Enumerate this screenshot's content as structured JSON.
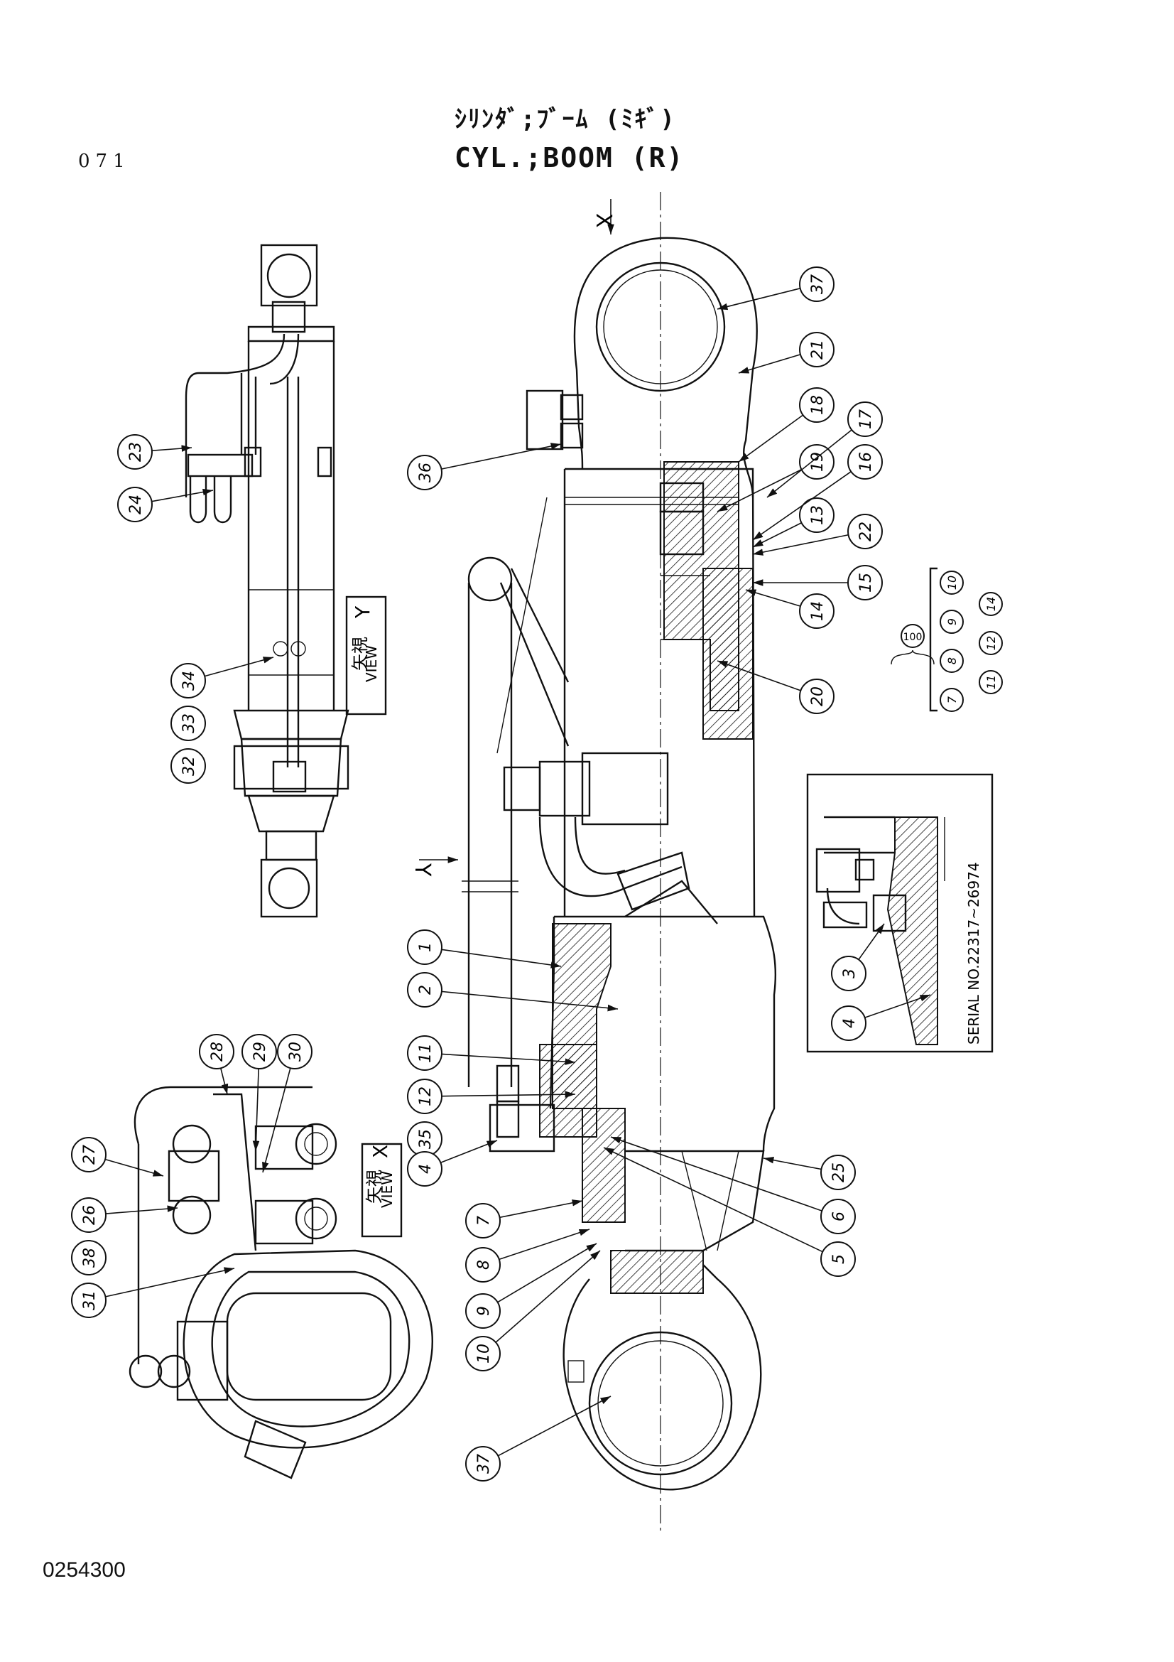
{
  "title_jp": "ｼﾘﾝﾀﾞ;ﾌﾞｰﾑ (ﾐｷﾞ)",
  "title_en": "CYL.;BOOM (R)",
  "page_number": "071",
  "drawing_number": "0254300",
  "view_x": {
    "label_jp": "矢視",
    "label_en": "VIEW",
    "letter": "X"
  },
  "view_y": {
    "label_jp": "矢視",
    "label_en": "VIEW",
    "letter": "Y"
  },
  "arrow_x": "X",
  "arrow_y": "Y",
  "serial_note": "SERIAL NO.22317~26974",
  "kit_label": "100",
  "kit_items": [
    "7",
    "8",
    "9",
    "10",
    "11",
    "12",
    "14"
  ],
  "callouts": [
    {
      "id": "c37a",
      "num": "37"
    },
    {
      "id": "c21",
      "num": "21"
    },
    {
      "id": "c18",
      "num": "18"
    },
    {
      "id": "c17",
      "num": "17"
    },
    {
      "id": "c19",
      "num": "19"
    },
    {
      "id": "c16",
      "num": "16"
    },
    {
      "id": "c13",
      "num": "13"
    },
    {
      "id": "c22",
      "num": "22"
    },
    {
      "id": "c15",
      "num": "15"
    },
    {
      "id": "c14",
      "num": "14"
    },
    {
      "id": "c20",
      "num": "20"
    },
    {
      "id": "c36",
      "num": "36"
    },
    {
      "id": "c23",
      "num": "23"
    },
    {
      "id": "c24",
      "num": "24"
    },
    {
      "id": "c34",
      "num": "34"
    },
    {
      "id": "c33",
      "num": "33"
    },
    {
      "id": "c32",
      "num": "32"
    },
    {
      "id": "c1",
      "num": "1"
    },
    {
      "id": "c2",
      "num": "2"
    },
    {
      "id": "c11",
      "num": "11"
    },
    {
      "id": "c12",
      "num": "12"
    },
    {
      "id": "c35",
      "num": "35"
    },
    {
      "id": "c4",
      "num": "4"
    },
    {
      "id": "c7",
      "num": "7"
    },
    {
      "id": "c8",
      "num": "8"
    },
    {
      "id": "c9",
      "num": "9"
    },
    {
      "id": "c10",
      "num": "10"
    },
    {
      "id": "c25",
      "num": "25"
    },
    {
      "id": "c6",
      "num": "6"
    },
    {
      "id": "c5",
      "num": "5"
    },
    {
      "id": "c37b",
      "num": "37"
    },
    {
      "id": "c28",
      "num": "28"
    },
    {
      "id": "c29",
      "num": "29"
    },
    {
      "id": "c30",
      "num": "30"
    },
    {
      "id": "c27",
      "num": "27"
    },
    {
      "id": "c26",
      "num": "26"
    },
    {
      "id": "c38",
      "num": "38"
    },
    {
      "id": "c31",
      "num": "31"
    },
    {
      "id": "c3i",
      "num": "3"
    },
    {
      "id": "c4i",
      "num": "4"
    }
  ]
}
